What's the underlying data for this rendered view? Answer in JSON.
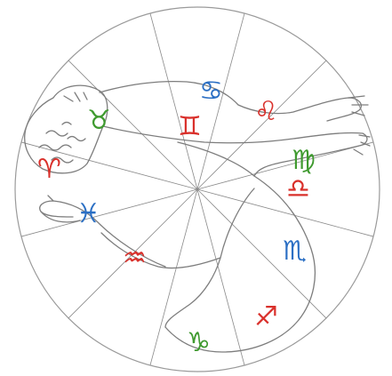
{
  "figure": {
    "type": "zodiac-body-map",
    "background": "#ffffff",
    "line_color": "#8a8a8a",
    "sector_count": 12
  },
  "signs": [
    {
      "name": "aries",
      "glyph": "♈",
      "color": "#d9302b"
    },
    {
      "name": "taurus",
      "glyph": "♉",
      "color": "#3f9a2f"
    },
    {
      "name": "gemini",
      "glyph": "♊",
      "color": "#d9302b"
    },
    {
      "name": "cancer",
      "glyph": "♋",
      "color": "#2b6fc4"
    },
    {
      "name": "leo",
      "glyph": "♌",
      "color": "#d9302b"
    },
    {
      "name": "virgo",
      "glyph": "♍",
      "color": "#3f9a2f"
    },
    {
      "name": "libra",
      "glyph": "♎",
      "color": "#d9302b"
    },
    {
      "name": "scorpio",
      "glyph": "♏",
      "color": "#2b6fc4"
    },
    {
      "name": "sagittarius",
      "glyph": "♐",
      "color": "#d9302b"
    },
    {
      "name": "capricorn",
      "glyph": "♑",
      "color": "#3f9a2f"
    },
    {
      "name": "aquarius",
      "glyph": "♒",
      "color": "#d9302b"
    },
    {
      "name": "pisces",
      "glyph": "♓",
      "color": "#2b6fc4"
    }
  ]
}
